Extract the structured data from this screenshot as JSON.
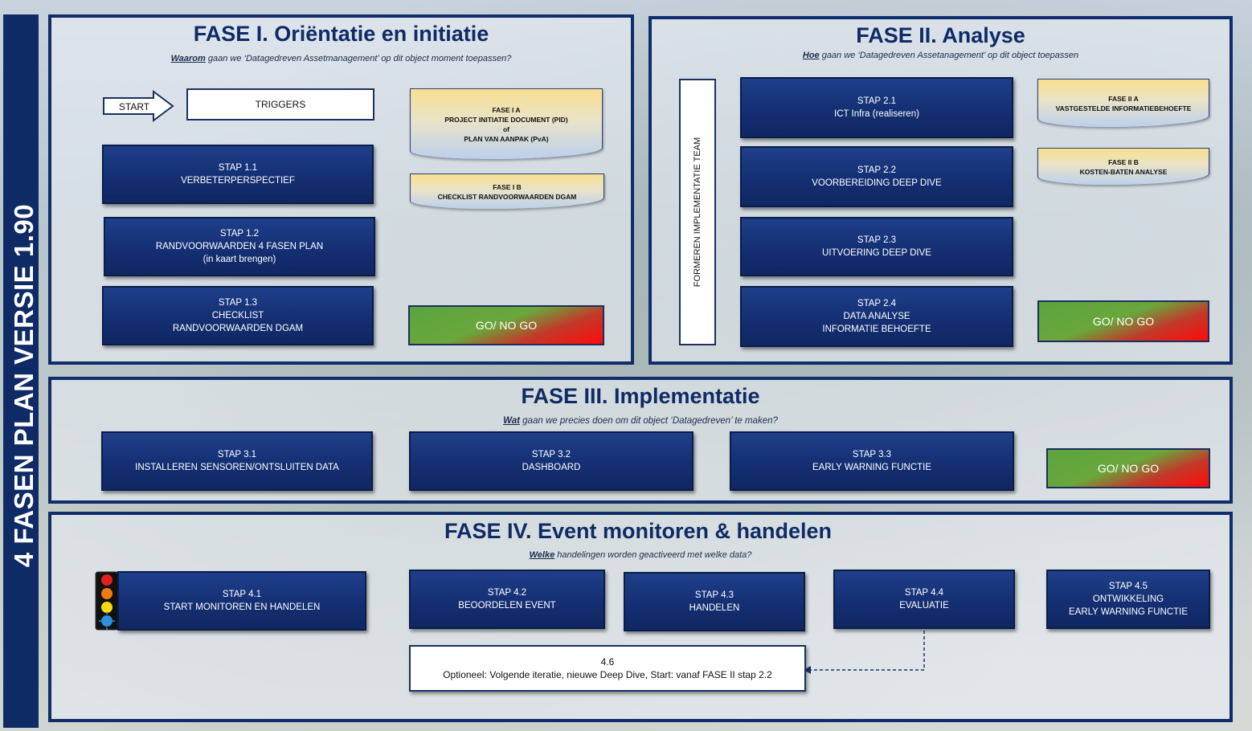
{
  "side_title": "4 FASEN PLAN VERSIE 1.90",
  "fase1": {
    "title": "FASE I. Oriëntatie en initiatie",
    "sub_key": "Waarom",
    "sub_rest": " gaan we ‘Datagedreven Assetmanagement’ op dit object moment toepassen?",
    "start": "START",
    "triggers": "TRIGGERS",
    "stappen": [
      [
        "STAP 1.1",
        "VERBETERPERSPECTIEF"
      ],
      [
        "STAP 1.2",
        "RANDVOORWAARDEN 4 FASEN PLAN",
        "(in kaart brengen)"
      ],
      [
        "STAP 1.3",
        "CHECKLIST",
        "RANDVOORWAARDEN DGAM"
      ]
    ],
    "doc_a": [
      "FASE I A",
      "PROJECT INITIATIE DOCUMENT (PID)",
      "of",
      "PLAN VAN AANPAK (PvA)"
    ],
    "doc_b": [
      "FASE I B",
      "CHECKLIST RANDVOORWAARDEN DGAM"
    ],
    "gonogo": "GO/ NO GO"
  },
  "fase2": {
    "title": "FASE II. Analyse",
    "sub_key": "Hoe",
    "sub_rest": " gaan we ‘Datagedreven Assetanagement’ op dit object toepassen",
    "team": "FORMEREN IMPLEMENTATIE TEAM",
    "stappen": [
      [
        "STAP 2.1",
        "ICT Infra (realiseren)"
      ],
      [
        "STAP 2.2",
        "VOORBEREIDING DEEP DIVE"
      ],
      [
        "STAP 2.3",
        "UITVOERING DEEP DIVE"
      ],
      [
        "STAP 2.4",
        "DATA ANALYSE",
        "INFORMATIE BEHOEFTE"
      ]
    ],
    "doc_a": [
      "FASE II A",
      "VASTGESTELDE  INFORMATIEBEHOEFTE"
    ],
    "doc_b": [
      "FASE II B",
      "KOSTEN-BATEN ANALYSE"
    ],
    "gonogo": "GO/ NO GO"
  },
  "fase3": {
    "title": "FASE  III. Implementatie",
    "sub_key": "Wat",
    "sub_rest": " gaan we precies doen om dit object ‘Datagedreven’ te maken?",
    "stappen": [
      [
        "STAP 3.1",
        "INSTALLEREN SENSOREN/ONTSLUITEN DATA"
      ],
      [
        "STAP 3.2",
        "DASHBOARD"
      ],
      [
        "STAP 3.3",
        "EARLY WARNING FUNCTIE"
      ]
    ],
    "gonogo": "GO/ NO GO"
  },
  "fase4": {
    "title": "FASE  IV.   Event monitoren & handelen",
    "sub_key": "Welke",
    "sub_rest": " handelingen worden geactiveerd met welke data?",
    "stappen": [
      [
        "STAP 4.1",
        "START MONITOREN EN HANDELEN"
      ],
      [
        "STAP 4.2",
        "BEOORDELEN EVENT"
      ],
      [
        "STAP 4.3",
        "HANDELEN"
      ],
      [
        "STAP 4.4",
        "EVALUATIE"
      ],
      [
        "STAP 4.5",
        "ONTWIKKELING",
        "EARLY WARNING FUNCTIE"
      ]
    ],
    "iteratie": [
      "4.6",
      "Optioneel: Volgende iteratie, nieuwe Deep Dive, Start: vanaf FASE II stap 2.2"
    ]
  },
  "colors": {
    "navy": "#0f2b66",
    "box": "#142f73",
    "go_green": "#5aa43f",
    "nogo_red": "#ff0a0a",
    "doc_yellow": "#f9e08f",
    "doc_blue": "#bcd0ee",
    "light_red": "#e02020",
    "light_amber": "#f07a10",
    "light_yellow": "#f2dc10",
    "light_blue": "#2c8fe0"
  },
  "icons": [
    "arrow-right-icon",
    "traffic-light-icon",
    "dashed-arrow-icon"
  ]
}
